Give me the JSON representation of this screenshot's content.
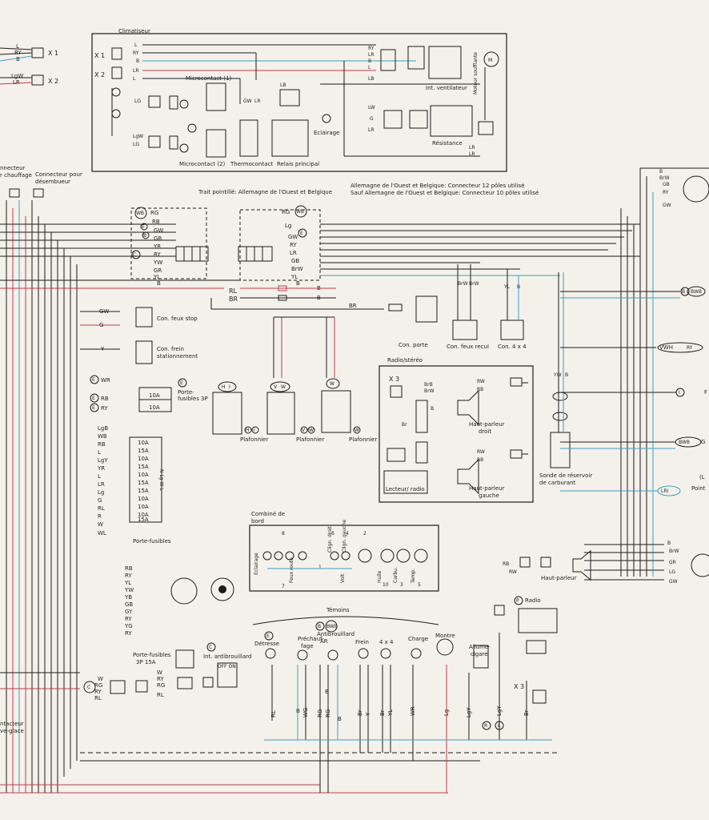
{
  "colors": {
    "paper": "#f4f1ea",
    "wire": "#1c1c1c",
    "blue": "#3aa0c8",
    "red": "#c23a4a"
  },
  "left_top": {
    "c1": "L",
    "c2": "RY",
    "c3": "B",
    "x1": "X 1",
    "w1": "LgW",
    "w2": "LR",
    "x2": "X 2"
  },
  "clim": {
    "title": "Climatiseur",
    "x1": "X 1",
    "x2": "X 2",
    "w_l1": "L",
    "w_ry": "RY",
    "w_b": "B",
    "w_lr": "LR",
    "w_l2": "L",
    "micro1": "Microcontact (1)",
    "micro2": "Microcontact (2)",
    "thermo": "Thermocontact",
    "relais": "Relais principal",
    "eclairage": "Eclairage",
    "int_vent": "Int. ventilateur",
    "moteur": "Moteur soufflante",
    "resistance": "Résistance",
    "lg": "LG",
    "lgw": "LgW",
    "lg2": "LG",
    "gw": "GW",
    "lr": "LR",
    "lb": "LB",
    "lw": "LW",
    "g": "G",
    "r_ry": "RY",
    "r_lr": "LR",
    "r_b": "B",
    "r_l": "L",
    "r_lb": "LB",
    "r_lr2": "LR",
    "r_lr3": "LR"
  },
  "header": {
    "left1": "nnecteur",
    "left2": "r chauffage",
    "conn_deg1": "Connecteur pour",
    "conn_deg2": "désembueur",
    "dotted": "Trait pointillé:  Allemagne de l'Ouest et Belgique",
    "note1": "Allemagne de l'Ouest et Belgique:  Connecteur 12 pôles utilisé",
    "note2": "Sauf Allemagne de l'Ouest et Belgique:  Connecteur 10 pôles utilisé"
  },
  "conn1": {
    "wb": "WB",
    "e1": "E",
    "b": "B",
    "c": "C",
    "rows": [
      "RG",
      "RB",
      "GW",
      "GB",
      "YR",
      "RY",
      "YW",
      "GR",
      "YL",
      "B"
    ]
  },
  "conn2": {
    "wb": "WB",
    "e": "E",
    "rows": [
      "RG",
      "Lg",
      "GW",
      "RY",
      "LR",
      "GB",
      "BrW",
      "YL",
      "B"
    ]
  },
  "lines": {
    "rl": "RL",
    "br1": "BR",
    "b1": "B",
    "b2": "B",
    "br2": "BR"
  },
  "switches": {
    "feux_stop": "Con. feux stop",
    "frein1": "Con. frein",
    "frein2": "stationnement",
    "gw": "GW",
    "g": "G",
    "y": "Y"
  },
  "fuses3p": {
    "e": "E",
    "wr": "WR",
    "rb": "RB",
    "ry": "RY",
    "f1": "10A",
    "f2": "10A",
    "label1": "Porte-",
    "label2": "fusibles 3P"
  },
  "plafonniers": {
    "h": "H",
    "i": "I",
    "v": "V",
    "w": "W",
    "label": "Plafonnier",
    "b": "B"
  },
  "door_sw": {
    "con_porte": "Con. porte",
    "feux_recul": "Con. feux recul",
    "quatre": "Con. 4 x 4",
    "brw": "BrW",
    "yl": "YL",
    "b": "B"
  },
  "radio": {
    "title": "Radio/stéréo",
    "x3": "X 3",
    "brb": "BrB",
    "brw": "BrW",
    "rw": "RW",
    "rb": "RB",
    "br": "Br",
    "b": "B",
    "hp_droit1": "Haut-parleur",
    "hp_droit2": "droit",
    "hp_gauche1": "Haut-parleur",
    "hp_gauche2": "gauche",
    "lecteur": "Lecteur/ radio"
  },
  "sonde": {
    "label1": "Sonde de réservoir",
    "label2": "de carburant",
    "yw": "YW",
    "b": "B"
  },
  "fusebox": {
    "wires": [
      "LgB",
      "WB",
      "RB",
      "L",
      "LgY",
      "YR",
      "L",
      "LR",
      "Lg",
      "G",
      "RL",
      "R",
      "W",
      "WL"
    ],
    "fuses": [
      "10A",
      "15A",
      "10A",
      "15A",
      "10A",
      "15A",
      "15A",
      "10A",
      "10A",
      "10A",
      "15A"
    ],
    "side": "N Lg W L",
    "label": "Porte-fusibles"
  },
  "combine": {
    "title1": "Combiné de",
    "title2": "bord",
    "eclairage": "Eclairage",
    "feux_route": "Feux route",
    "clign_droit": "Clign. droit",
    "clign_gauche": "Clign. gauche",
    "volt": "Volt",
    "huile": "Huile",
    "carbu": "Carbu.",
    "temp": "Temp.",
    "n8": "8",
    "n6": "6",
    "n4": "4",
    "n2": "2",
    "n7": "7",
    "n10": "10",
    "n3": "3",
    "n5": "5",
    "n1": "1"
  },
  "cluster_wires": [
    "RB",
    "RY",
    "YL",
    "YW",
    "YB",
    "GB",
    "GY",
    "RY",
    "YG",
    "RY"
  ],
  "temoins": {
    "title": "Témoins",
    "detresse": "Détresse",
    "prechauf1": "Préchauf-",
    "prechauf2": "fage",
    "antibr1": "Antibrouillard",
    "antibr2": "AR",
    "frein": "Frein",
    "quatre": "4 x 4",
    "charge": "Charge",
    "montre": "Montre",
    "allume1": "Allume-",
    "allume2": "cigare",
    "e": "E",
    "bwb": "BWB",
    "b": "B"
  },
  "bottom_left": {
    "pf1": "Porte-fusibles",
    "pf2": "3P  15A",
    "intab": "Int. antibrouillard",
    "c": "C",
    "w": "W",
    "rg": "RG",
    "ry": "RY",
    "rl": "RL",
    "off": "OFF ON"
  },
  "bottom_wires": [
    "RL",
    "B",
    "WG",
    "B",
    "RG",
    "RG",
    "B",
    "Br",
    "Y",
    "Br",
    "YL",
    "WR",
    "Lg",
    "LgY",
    "LgY",
    "Br"
  ],
  "right": {
    "brw": "BrW",
    "gb": "GB",
    "ry": "RY",
    "gw": "GW",
    "bwb": "BWB",
    "b": "B",
    "vwh": "VWH",
    "ry2": "RY",
    "i": "I",
    "f": "F",
    "bwb2": "BWB",
    "g": "G",
    "lri": "LRI",
    "point1": "(L",
    "point2": "Point",
    "hp": "Haut-parleur",
    "radio": "Radio",
    "p": "P",
    "rb": "RB",
    "rw": "RW",
    "gr": "GR",
    "lg": "LG",
    "gw2": "GW",
    "x3": "X 3",
    "r": "R",
    "l": "L",
    "b2": "B",
    "brw2": "BrW",
    "brw3": "BrW"
  },
  "left_bottom": {
    "w1": "ntacteur",
    "w2": "ve-glace"
  }
}
